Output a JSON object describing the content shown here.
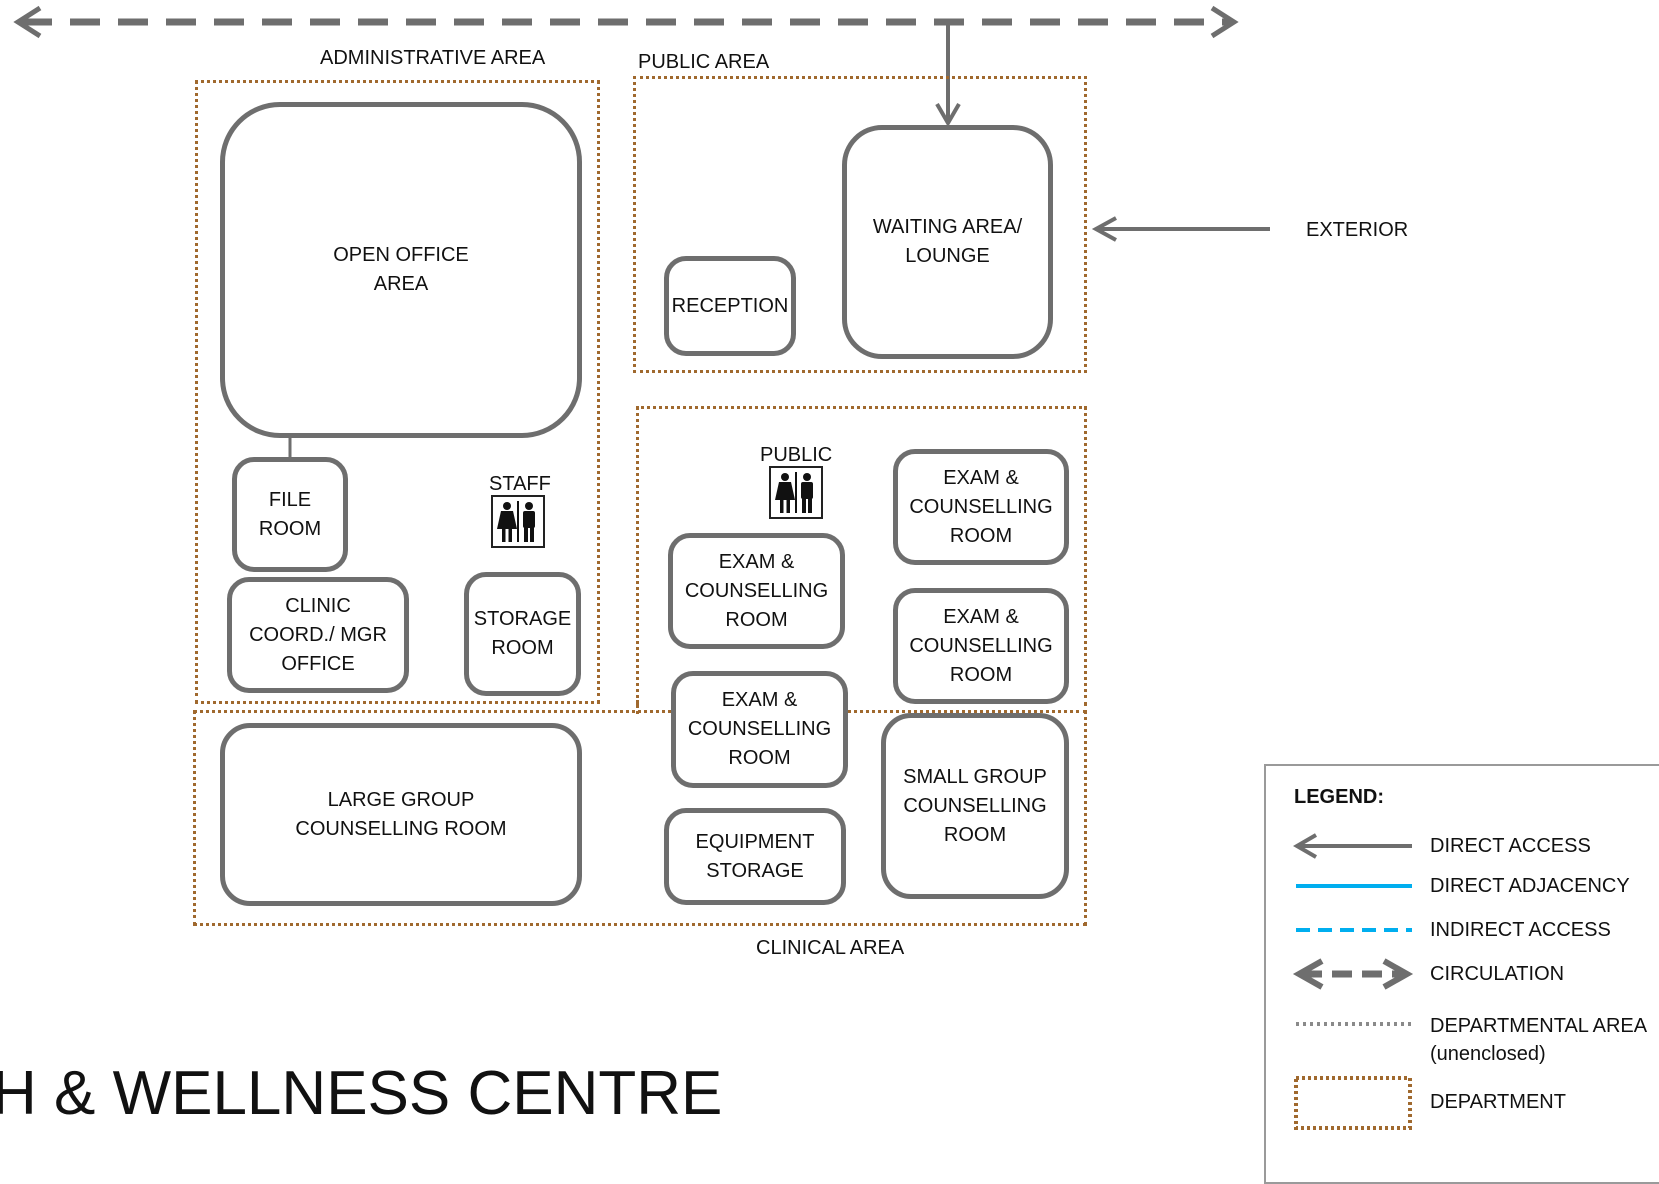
{
  "areas": {
    "administrative": "ADMINISTRATIVE AREA",
    "public": "PUBLIC AREA",
    "clinical": "CLINICAL AREA",
    "exterior": "EXTERIOR"
  },
  "rooms": {
    "open_office": "OPEN OFFICE\nAREA",
    "file_room": "FILE\nROOM",
    "clinic_office": "CLINIC\nCOORD./ MGR\nOFFICE",
    "storage_room": "STORAGE\nROOM",
    "reception": "RECEPTION",
    "waiting": "WAITING AREA/\nLOUNGE",
    "exam_1": "EXAM &\nCOUNSELLING\nROOM",
    "exam_2": "EXAM &\nCOUNSELLING\nROOM",
    "exam_3": "EXAM &\nCOUNSELLING\nROOM",
    "exam_4": "EXAM &\nCOUNSELLING\nROOM",
    "equipment_storage": "EQUIPMENT\nSTORAGE",
    "small_group": "SMALL GROUP\nCOUNSELLING\nROOM",
    "large_group": "LARGE GROUP\nCOUNSELLING ROOM"
  },
  "washrooms": {
    "staff": "STAFF",
    "public": "PUBLIC"
  },
  "legend": {
    "title": "LEGEND:",
    "items": [
      {
        "label": "DIRECT ACCESS",
        "color": "#6e6e6e"
      },
      {
        "label": "DIRECT ADJACENCY",
        "color": "#00aeef"
      },
      {
        "label": "INDIRECT ACCESS",
        "color": "#00aeef"
      },
      {
        "label": "CIRCULATION",
        "color": "#6e6e6e"
      },
      {
        "label": "DEPARTMENTAL AREA\n(unenclosed)",
        "color": "#8a8a8a"
      },
      {
        "label": "DEPARTMENT",
        "color": "#a0692e"
      }
    ]
  },
  "title": "H & WELLNESS CENTRE",
  "colors": {
    "line_gray": "#6e6e6e",
    "department_brown": "#a0692e",
    "accent_blue": "#00aeef"
  }
}
